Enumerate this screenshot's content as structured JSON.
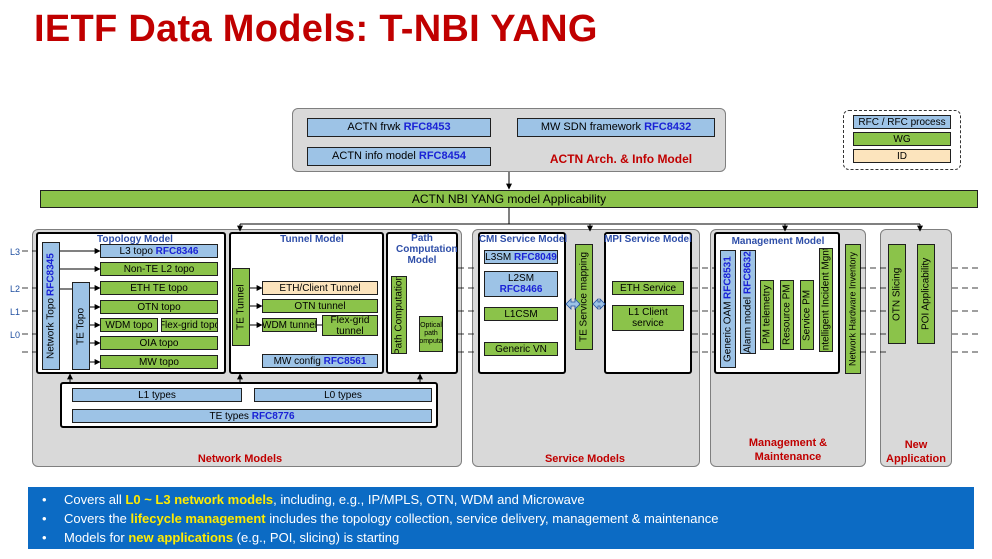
{
  "title": "IETF Data Models: T-NBI YANG",
  "legend": {
    "rfc": "RFC / RFC process",
    "wg": "WG",
    "id": "ID"
  },
  "arch": {
    "frwk": "ACTN frwk",
    "frwk_rfc": "RFC8453",
    "mw": "MW SDN framework",
    "mw_rfc": "RFC8432",
    "info": "ACTN info model",
    "info_rfc": "RFC8454",
    "label": "ACTN Arch. & Info Model"
  },
  "applicability": "ACTN NBI YANG model Applicability",
  "layers": [
    "L3",
    "L2",
    "L1",
    "L0"
  ],
  "network": {
    "label": "Network Models",
    "topology_title": "Topology Model",
    "network_topo": "Network Topo",
    "network_topo_rfc": "RFC8345",
    "te_topo": "TE Topo",
    "l3topo": "L3 topo",
    "l3topo_rfc": "RFC8346",
    "nonte_l2": "Non-TE L2 topo",
    "eth_te": "ETH TE topo",
    "otn_topo": "OTN topo",
    "wdm_topo": "WDM topo",
    "flexgrid_topo": "Flex-grid topo",
    "oia_topo": "OIA topo",
    "mw_topo": "MW topo",
    "tunnel_title": "Tunnel Model",
    "te_tunnel": "TE Tunnel",
    "eth_client": "ETH/Client Tunnel",
    "otn_tunnel": "OTN tunnel",
    "wdm_tunnel": "WDM tunnel",
    "flexgrid_tunnel": "Flex-grid tunnel",
    "mw_config": "MW config",
    "mw_config_rfc": "RFC8561",
    "path_title": "Path Computation Model",
    "path_computation": "Path Computation",
    "optical_path": "Optical path computati",
    "l1_types": "L1 types",
    "l0_types": "L0 types",
    "te_types": "TE types",
    "te_types_rfc": "RFC8776"
  },
  "service": {
    "label": "Service Models",
    "cmi_title": "CMI Service Model",
    "l3sm": "L3SM",
    "l3sm_rfc": "RFC8049",
    "l2sm": "L2SM",
    "l2sm_rfc": "RFC8466",
    "l1csm": "L1CSM",
    "generic_vn": "Generic VN",
    "te_service_mapping": "TE Service mapping",
    "mpi_title": "MPI Service Model",
    "eth_service": "ETH Service",
    "l1_client": "L1 Client service"
  },
  "management": {
    "label": "Management & Maintenance",
    "title": "Management Model",
    "generic_oam": "Generic OAM",
    "generic_oam_rfc": "RFC8531",
    "alarm": "Alarm model",
    "alarm_rfc": "RFC8632",
    "pm_telemetry": "PM telemetry",
    "resource_pm": "Resource PM",
    "service_pm": "Service PM",
    "incident": "Intelligent Incident Mgnt",
    "hw_inventory": "Network Hardware Inventory"
  },
  "new_app": {
    "label": "New Application",
    "otn_slicing": "OTN Slicing",
    "poi": "POI Applicability"
  },
  "banner": {
    "b1_pre": "Covers all ",
    "b1_hl": "L0 ~ L3 network models",
    "b1_post": ", including, e.g., IP/MPLS, OTN, WDM and Microwave",
    "b2_pre": "Covers the ",
    "b2_hl": "lifecycle management",
    "b2_post": " includes the topology collection, service delivery, management & maintenance",
    "b3_pre": "Models for ",
    "b3_hl": "new applications",
    "b3_post": " (e.g., POI, slicing) is starting"
  }
}
